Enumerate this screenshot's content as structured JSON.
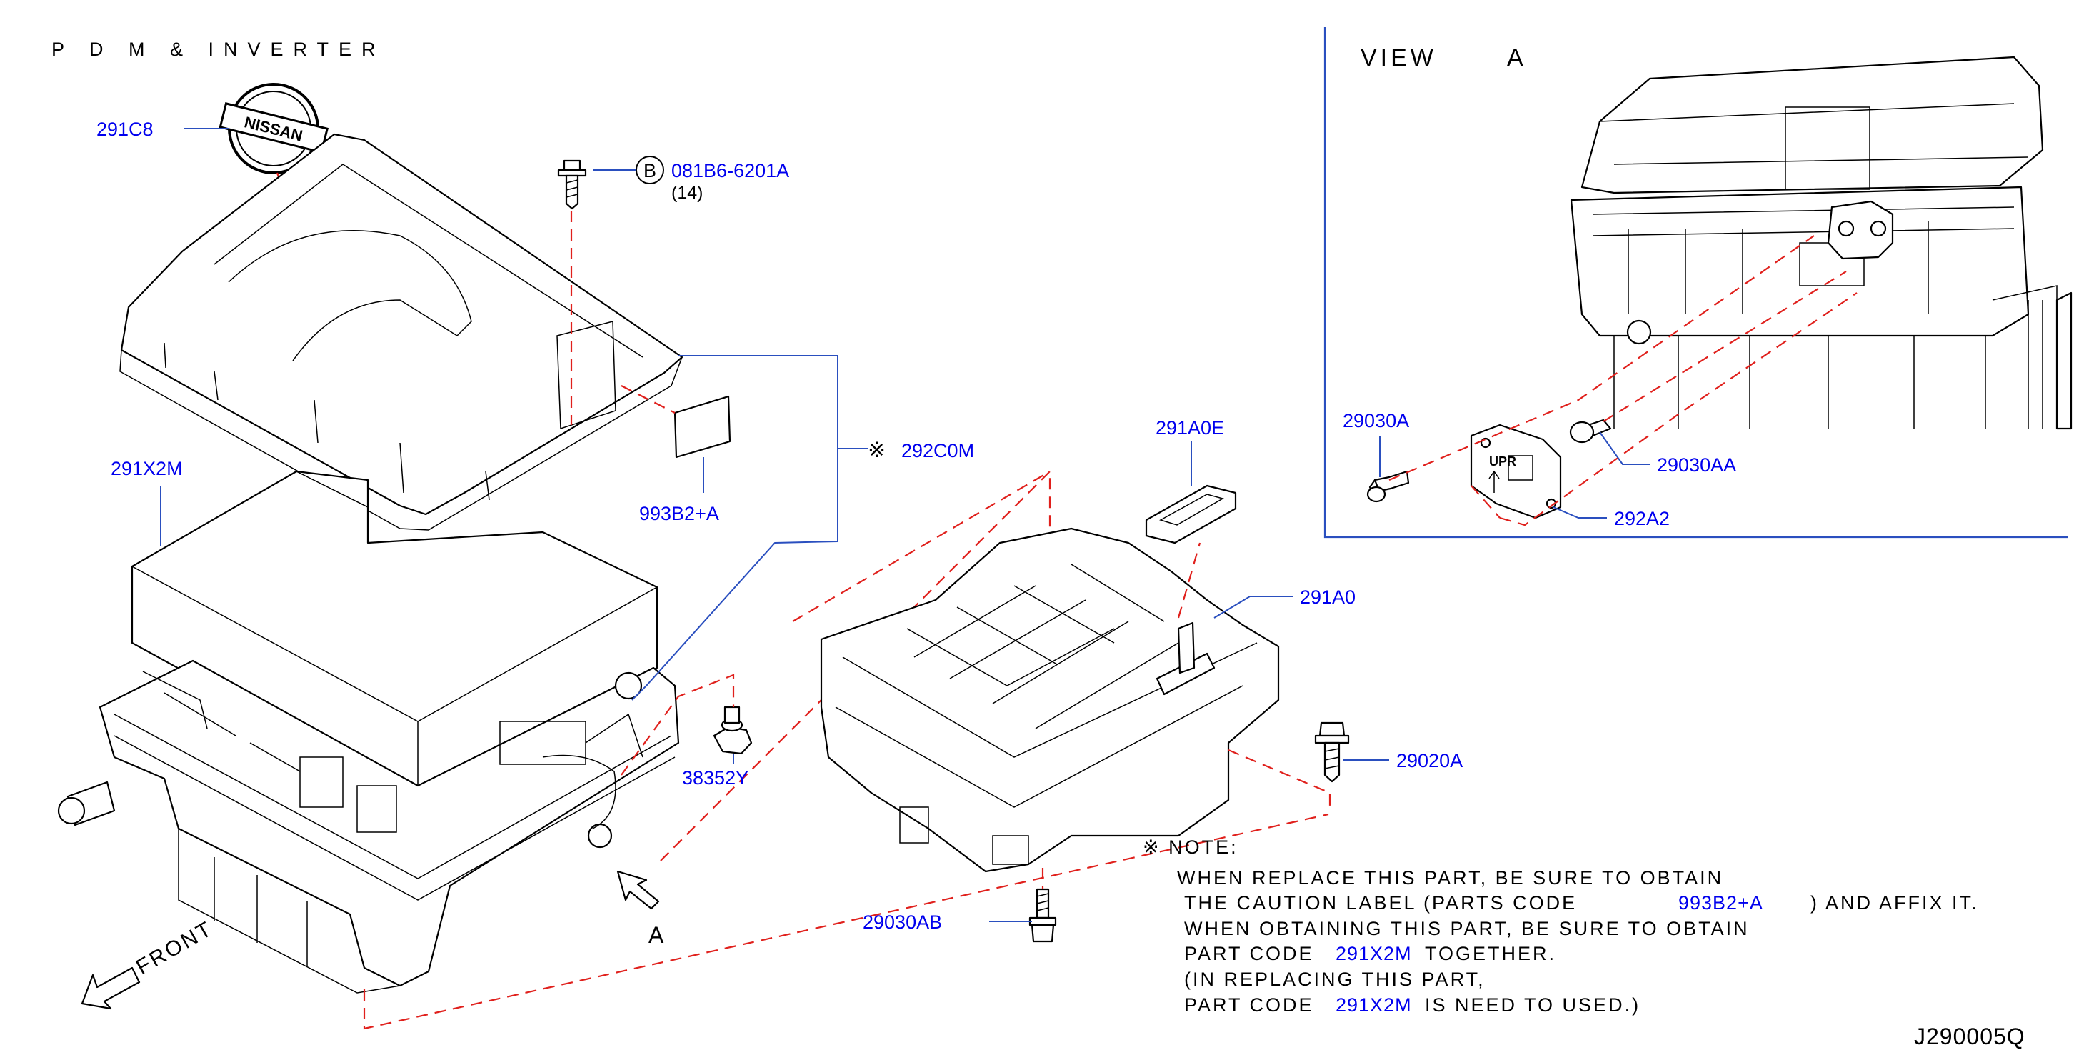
{
  "title": "P D M & INVERTER",
  "view_label": "VIEW",
  "view_letter": "A",
  "arrow_letter": "A",
  "front_label": "FRONT",
  "diagram_id": "J290005Q",
  "bolt_symbol": "B",
  "colors": {
    "code": "#0000ee",
    "leader": "#2a4fbf",
    "dash": "#e0201c"
  },
  "parts": {
    "p291C8": "291C8",
    "p081B6": "081B6-6201A",
    "p081B6_qty": "(14)",
    "p292C0M": "292C0M",
    "p292C0M_mark": "※",
    "p993B2A": "993B2+A",
    "p291X2M": "291X2M",
    "p38352Y": "38352Y",
    "p291A0E": "291A0E",
    "p291A0": "291A0",
    "p29020A": "29020A",
    "p29030AB": "29030AB",
    "p29030A": "29030A",
    "p29030AA": "29030AA",
    "p292A2": "292A2"
  },
  "note": {
    "heading": "※ NOTE:",
    "line1": "WHEN REPLACE THIS PART, BE SURE TO OBTAIN",
    "line2_a": "THE CAUTION LABEL (PARTS CODE",
    "line2_code": "993B2+A",
    "line2_b": ") AND AFFIX IT.",
    "line3": "WHEN OBTAINING THIS PART, BE SURE TO OBTAIN",
    "line4_a": "PART CODE",
    "line4_code": "291X2M",
    "line4_b": "TOGETHER.",
    "line5": "(IN REPLACING THIS PART,",
    "line6_a": "PART CODE",
    "line6_code": "291X2M",
    "line6_b": "IS NEED TO USED.)"
  }
}
